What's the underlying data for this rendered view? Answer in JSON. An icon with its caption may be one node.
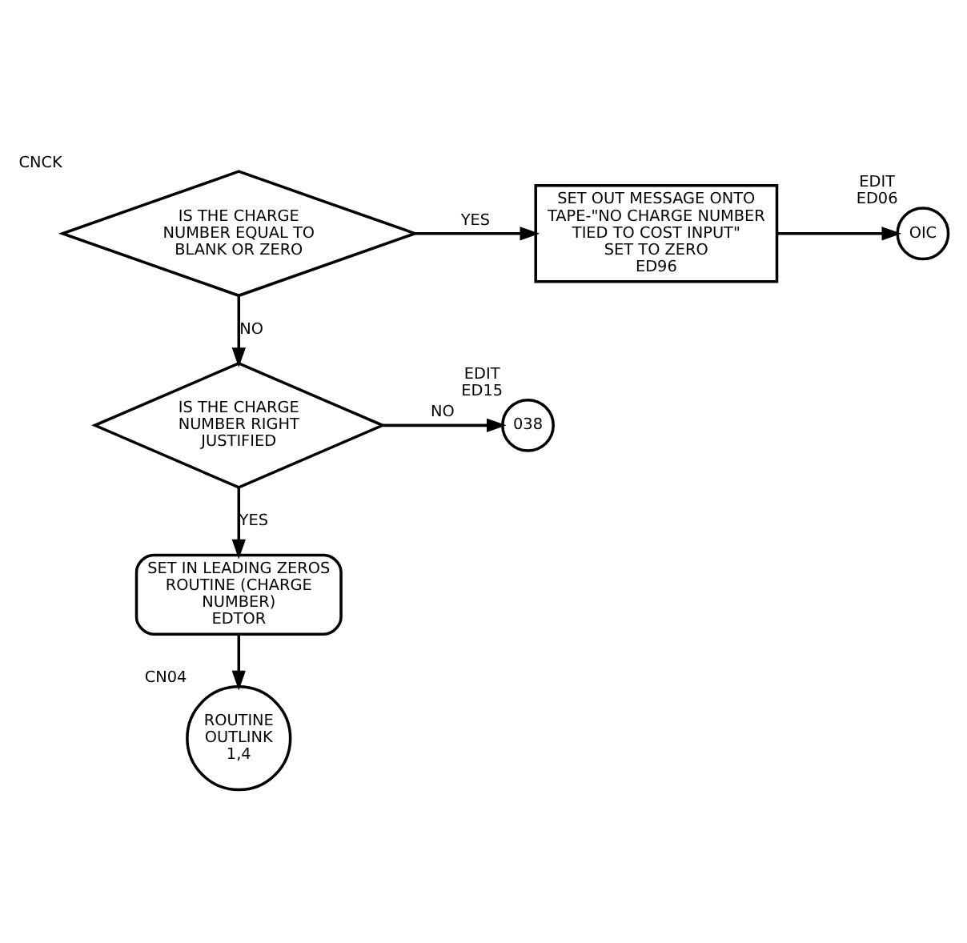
{
  "diagram": {
    "nodes": [
      {
        "text": [
          "IS THE CHARGE NUMBER EQUAL TO BLANK OR ZERO"
        ],
        "beside": [
          "CNCK"
        ]
      },
      {
        "text": [
          "SET OUT MESSAGE ONTO TAPE-\"NO CHARGE NUMBER TIED TO COST INPUT\" SET TO ZERO",
          "ED96"
        ]
      },
      {
        "text": [
          "OIC"
        ],
        "beside": [
          "EDIT",
          "ED06"
        ]
      },
      {
        "text": [
          "IS THE CHARGE NUMBER RIGHT JUSTIFIED"
        ]
      },
      {
        "text": [
          "038"
        ],
        "beside": [
          "EDIT",
          "ED15"
        ]
      },
      {
        "text": [
          "SET IN LEADING ZEROS ROUTINE (CHARGE NUMBER)",
          "EDTOR"
        ]
      },
      {
        "text": [
          "ROUTINE OUTLINK",
          "1,4"
        ],
        "beside": [
          "CN04"
        ]
      }
    ],
    "edges": [
      {
        "from": 0,
        "to": 1,
        "arrow": "to",
        "label": "YES"
      },
      {
        "from": 1,
        "to": 2,
        "arrow": "to"
      },
      {
        "from": 0,
        "to": 3,
        "arrow": "to",
        "label": "NO"
      },
      {
        "from": 3,
        "to": 4,
        "arrow": "to",
        "label": "NO"
      },
      {
        "from": 3,
        "to": 5,
        "arrow": "to",
        "label": "YES"
      },
      {
        "from": 5,
        "to": 6,
        "arrow": "to"
      }
    ]
  }
}
